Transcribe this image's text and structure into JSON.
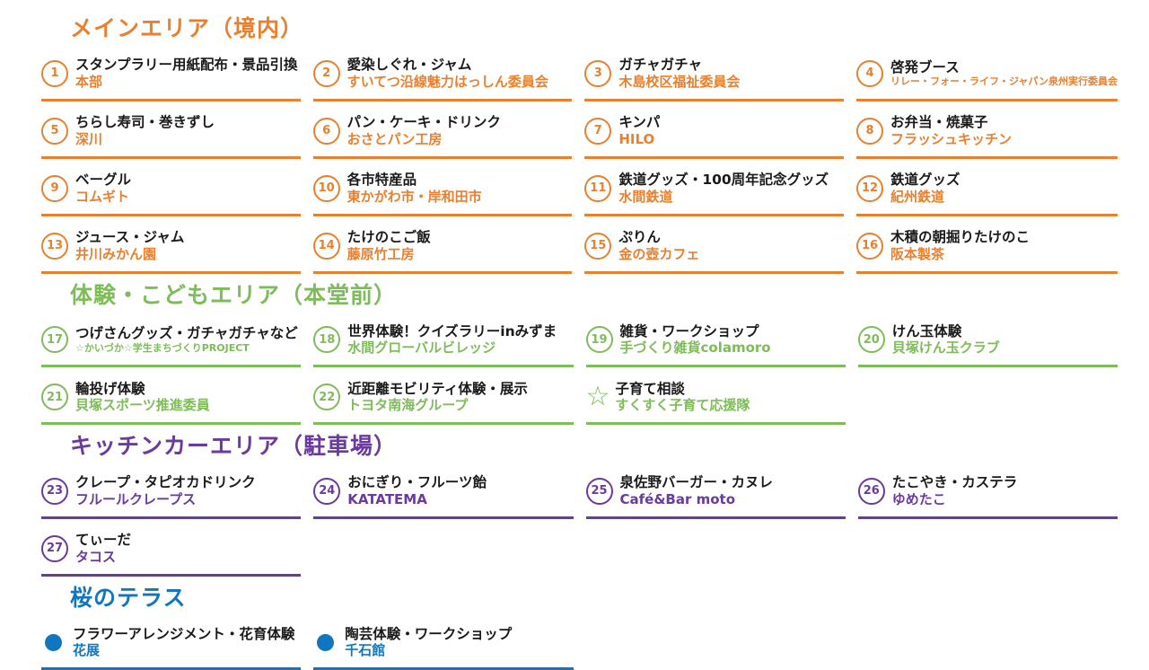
{
  "icons": {
    "star": "☆"
  },
  "sections": [
    {
      "id": "main-area",
      "title": "メインエリア（境内）",
      "color": "#E8802F",
      "entries": [
        {
          "marker": "1",
          "title": "スタンプラリー用紙配布・景品引換",
          "vendor": "本部"
        },
        {
          "marker": "2",
          "title": "愛染しぐれ・ジャム",
          "vendor": "すいてつ沿線魅力はっしん委員会"
        },
        {
          "marker": "3",
          "title": "ガチャガチャ",
          "vendor": "木島校区福祉委員会"
        },
        {
          "marker": "4",
          "title": "啓発ブース",
          "vendor": "リレー・フォー・ライフ・ジャパン泉州実行委員会",
          "small": true
        },
        {
          "marker": "5",
          "title": "ちらし寿司・巻きずし",
          "vendor": "深川"
        },
        {
          "marker": "6",
          "title": "パン・ケーキ・ドリンク",
          "vendor": "おさとパン工房"
        },
        {
          "marker": "7",
          "title": "キンパ",
          "vendor": "HILO"
        },
        {
          "marker": "8",
          "title": "お弁当・焼菓子",
          "vendor": "フラッシュキッチン"
        },
        {
          "marker": "9",
          "title": "ベーグル",
          "vendor": "コムギト"
        },
        {
          "marker": "10",
          "title": "各市特産品",
          "vendor": "東かがわ市・岸和田市"
        },
        {
          "marker": "11",
          "title": "鉄道グッズ・100周年記念グッズ",
          "vendor": "水間鉄道"
        },
        {
          "marker": "12",
          "title": "鉄道グッズ",
          "vendor": "紀州鉄道"
        },
        {
          "marker": "13",
          "title": "ジュース・ジャム",
          "vendor": "井川みかん園"
        },
        {
          "marker": "14",
          "title": "たけのこご飯",
          "vendor": "藤原竹工房"
        },
        {
          "marker": "15",
          "title": "ぷりん",
          "vendor": "金の壺カフェ"
        },
        {
          "marker": "16",
          "title": "木積の朝掘りたけのこ",
          "vendor": "阪本製茶"
        }
      ]
    },
    {
      "id": "kids-area",
      "title": "体験・こどもエリア（本堂前）",
      "color": "#7EBC59",
      "entries": [
        {
          "marker": "17",
          "title": "つげさんグッズ・ガチャガチャなど",
          "vendor": "☆かいづか☆学生まちづくりPROJECT",
          "small": true
        },
        {
          "marker": "18",
          "title": "世界体験！クイズラリーinみずま",
          "vendor": "水間グローバルビレッジ"
        },
        {
          "marker": "19",
          "title": "雑貨・ワークショップ",
          "vendor": "手づくり雑貨colamoro"
        },
        {
          "marker": "20",
          "title": "けん玉体験",
          "vendor": "貝塚けん玉クラブ"
        },
        {
          "marker": "21",
          "title": "輪投げ体験",
          "vendor": "貝塚スポーツ推進委員"
        },
        {
          "marker": "22",
          "title": "近距離モビリティ体験・展示",
          "vendor": "トヨタ南海グループ"
        },
        {
          "marker": "star",
          "title": "子育て相談",
          "vendor": "すくすく子育て応援隊"
        }
      ]
    },
    {
      "id": "kitchen-car-area",
      "title": "キッチンカーエリア（駐車場）",
      "color": "#6A3A9E",
      "entries": [
        {
          "marker": "23",
          "title": "クレープ・タピオカドリンク",
          "vendor": "フルールクレープス"
        },
        {
          "marker": "24",
          "title": "おにぎり・フルーツ飴",
          "vendor": "KATATEMA"
        },
        {
          "marker": "25",
          "title": "泉佐野バーガー・カヌレ",
          "vendor": "Café&Bar moto"
        },
        {
          "marker": "26",
          "title": "たこやき・カステラ",
          "vendor": "ゆめたこ"
        },
        {
          "marker": "27",
          "title": "てぃーだ",
          "vendor": "タコス"
        }
      ]
    },
    {
      "id": "sakura-terrace",
      "title": "桜のテラス",
      "color": "#1176BE",
      "entries": [
        {
          "marker": "dot",
          "title": "フラワーアレンジメント・花育体験",
          "vendor": "花展"
        },
        {
          "marker": "dot",
          "title": "陶芸体験・ワークショップ",
          "vendor": "千石館"
        }
      ]
    }
  ]
}
